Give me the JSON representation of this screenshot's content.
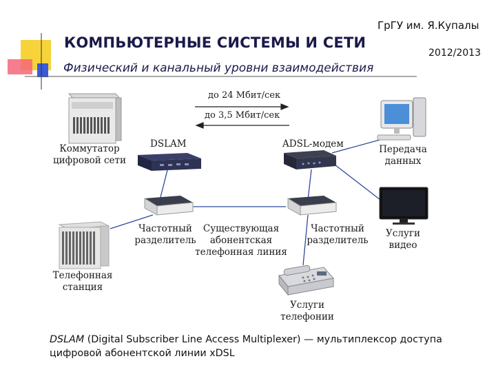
{
  "header": {
    "university": "ГрГУ им. Я.Купалы",
    "year": "2012/2013",
    "title": "КОМПЬЮТЕРНЫЕ СИСТЕМЫ  И СЕТИ",
    "subtitle": "Физический и канальный уровни взаимодействия"
  },
  "diagram": {
    "speed_down": "до 24 Мбит/сек",
    "speed_up": "до 3,5 Мбит/сек",
    "switch_label": [
      "Коммутатор",
      "цифровой сети"
    ],
    "dslam_label": "DSLAM",
    "modem_label": "ADSL-модем",
    "data_label": [
      "Передача",
      "данных"
    ],
    "video_label": [
      "Услуги",
      "видео"
    ],
    "splitter_left_label": [
      "Частотный",
      "разделитель"
    ],
    "line_label": [
      "Существующая",
      "абонентская",
      "телефонная линия"
    ],
    "splitter_right_label": [
      "Частотный",
      "разделитель"
    ],
    "exchange_label": [
      "Телефонная",
      "станция"
    ],
    "phone_label": [
      "Услуги",
      "телефонии"
    ]
  },
  "footnote": {
    "term": "DSLAM",
    "text": " (Digital Subscriber Line Access Multiplexer) — мультиплексор доступа цифровой абонентской линии xDSL"
  },
  "colors": {
    "title": "#1a1a4a",
    "link_line": "#2b4a9a",
    "deco_yellow": "#f7d33a",
    "deco_blue": "#3a5ad6",
    "deco_red": "#e8203a"
  }
}
